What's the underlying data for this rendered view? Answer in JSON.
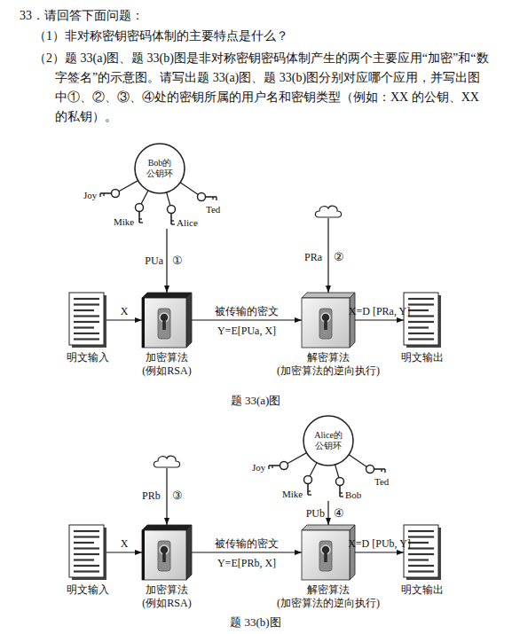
{
  "diagram": {
    "nodes": [
      {
        "text": [
          "Bob的 公钥环"
        ]
      },
      {
        "text": [
          "明文输入"
        ]
      },
      {
        "text": [
          "加密算法 (例如RSA)"
        ]
      },
      {
        "text": [
          "解密算法 (加密算法的逆向执行)"
        ]
      },
      {
        "text": [
          "明文输出"
        ]
      },
      {
        "text": [
          "Alice的 公钥环"
        ]
      },
      {
        "text": [
          "明文输入"
        ]
      },
      {
        "text": [
          "加密算法 (例如RSA)"
        ]
      },
      {
        "text": [
          "解密算法 (加密算法的逆向执行)"
        ]
      },
      {
        "text": [
          "明文输出"
        ]
      }
    ],
    "edges": [
      {
        "from": 0,
        "to": 2,
        "arrow": "to",
        "label": "PUa"
      },
      {
        "from": 1,
        "to": 2,
        "arrow": "to",
        "label": "X"
      },
      {
        "from": 2,
        "to": 3,
        "arrow": "to",
        "label": "被传输的密文"
      },
      {
        "from": 3,
        "to": 4,
        "arrow": "to",
        "label": "X=D [PRa, Y]"
      },
      {
        "from": 6,
        "to": 7,
        "arrow": "to",
        "label": "X"
      },
      {
        "from": 7,
        "to": 8,
        "arrow": "to",
        "label": "被传输的密文"
      },
      {
        "from": 8,
        "to": 9,
        "arrow": "to",
        "label": "X=D [PUb, Y]"
      },
      {
        "from": 5,
        "to": 8,
        "arrow": "to",
        "label": "PUb"
      }
    ],
    "labels": [
      "33．请回答下面问题：",
      "（1）非对称密钥密码体制的主要特点是什么？",
      "（2）题 33(a)图、题 33(b)图是非对称密钥密码体制产生的两个主要应用“加密”和“数字签名”的示意图。请写出题 33(a)图、题 33(b)图分别对应哪个应用，并写出图中①、②、③、④处的密钥所属的用户名和密钥类型（例如：XX 的公钥、XX 的私钥）。",
      "Joy",
      "Mike",
      "Alice",
      "Ted",
      "①",
      "PRa",
      "②",
      "Y=E[PUa, X]",
      "题 33(a)图",
      "PRb",
      "③",
      "Joy",
      "Mike",
      "Bob",
      "Ted",
      "④",
      "Y=E[PRb, X]",
      "题 33(b)图"
    ]
  }
}
